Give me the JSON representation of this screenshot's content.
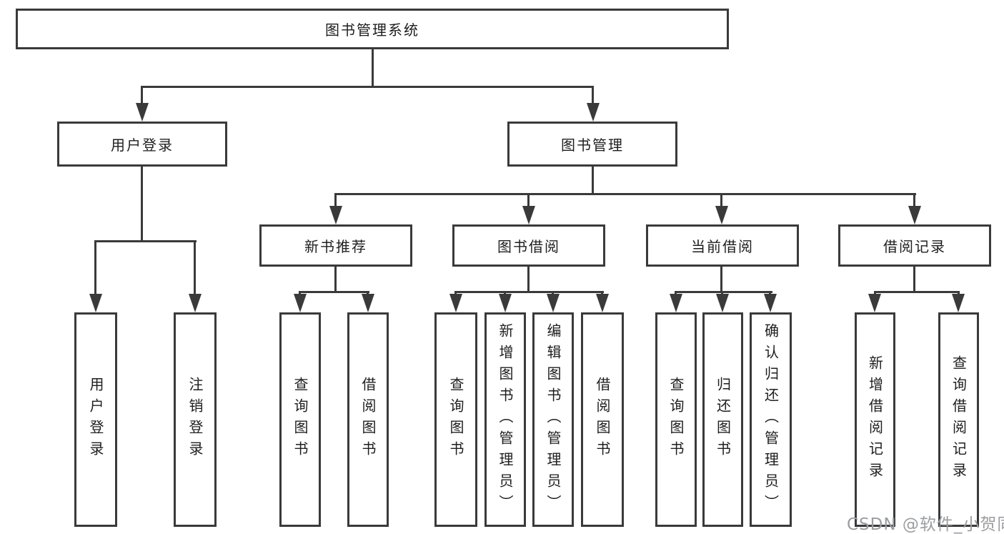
{
  "diagram": {
    "title": "图书管理系统",
    "branches": {
      "user_login": {
        "label": "用户登录",
        "leaves": [
          "用户登录",
          "注销登录"
        ]
      },
      "book_management": {
        "label": "图书管理",
        "sections": [
          {
            "label": "新书推荐",
            "leaves": [
              "查询图书",
              "借阅图书"
            ]
          },
          {
            "label": "图书借阅",
            "leaves": [
              "查询图书",
              "新增图书（管理员）",
              "编辑图书（管理员）",
              "借阅图书"
            ]
          },
          {
            "label": "当前借阅",
            "leaves": [
              "查询图书",
              "归还图书",
              "确认归还（管理员）"
            ]
          },
          {
            "label": "借阅记录",
            "leaves": [
              "新增借阅记录",
              "查询借阅记录"
            ]
          }
        ]
      }
    }
  },
  "watermark": {
    "text": "CSDN @软件_小贺同学"
  },
  "colors": {
    "line": "#3a3a3a",
    "text": "#1e1e1e",
    "box_background": "#ffffff",
    "page_background": "#ffffff",
    "watermark": "#9b9da0"
  }
}
